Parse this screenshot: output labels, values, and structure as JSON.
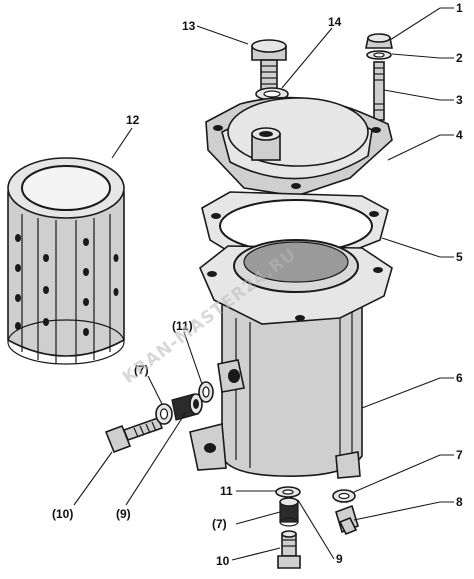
{
  "callouts": {
    "c1": "1",
    "c2": "2",
    "c3": "3",
    "c4": "4",
    "c5": "5",
    "c6": "6",
    "c7": "7",
    "c8": "8",
    "c12": "12",
    "c13": "13",
    "c14": "14",
    "p11": "(11)",
    "p7": "(7)",
    "p10": "(10)",
    "p9": "(9)",
    "b11": "11",
    "b7": "(7)",
    "b10": "10",
    "b9": "9"
  },
  "watermark": "KRAN-MASTER24.RU"
}
